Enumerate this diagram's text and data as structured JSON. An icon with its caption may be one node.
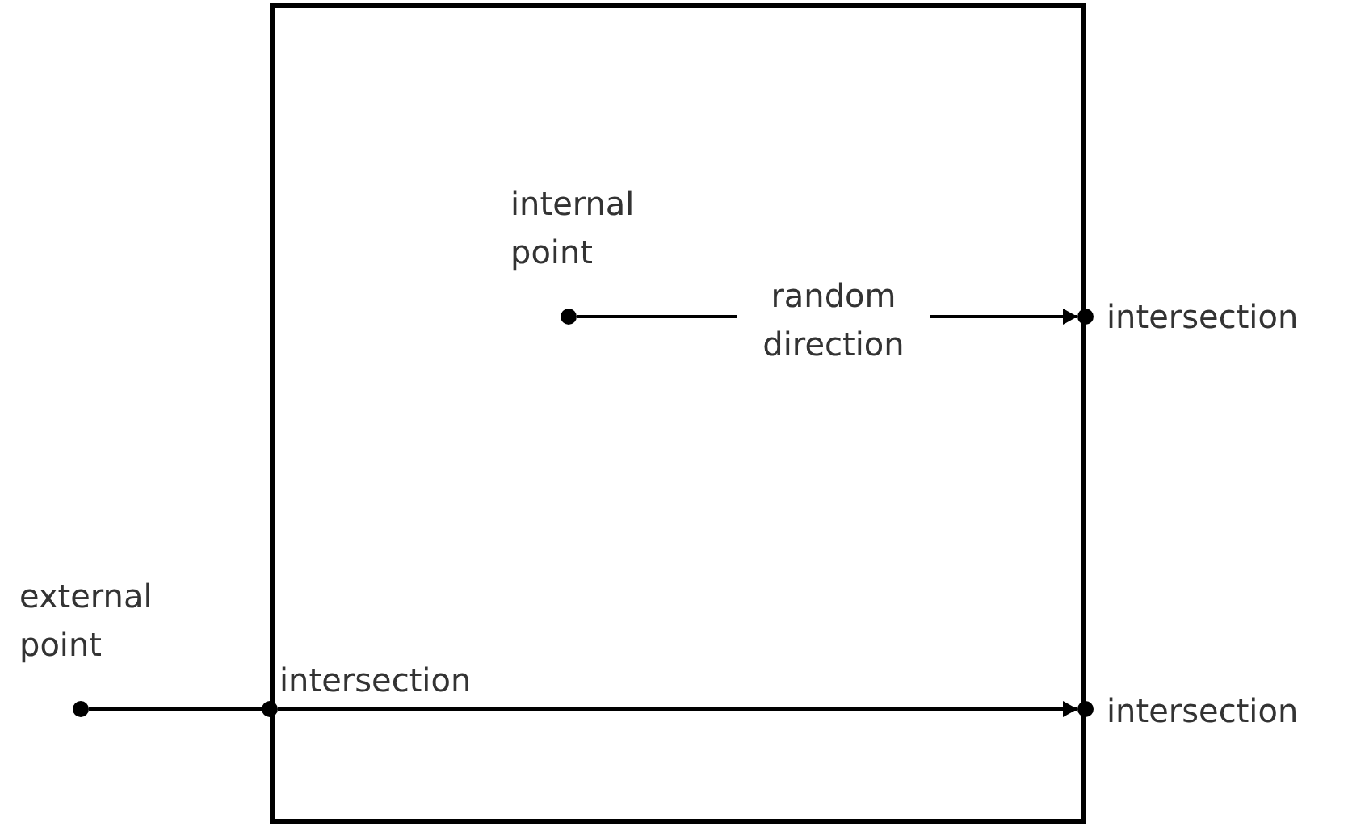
{
  "diagram": {
    "nodes": [
      {
        "text": [],
        "shape": "box"
      },
      {
        "text": [],
        "shape": "circle",
        "beside": [
          "internal point"
        ],
        "in": 0
      },
      {
        "text": [],
        "shape": "circle",
        "beside": [
          "intersection"
        ]
      },
      {
        "text": [],
        "shape": "circle",
        "beside": [
          "external point"
        ]
      },
      {
        "text": [],
        "shape": "circle",
        "beside": [
          "intersection"
        ]
      },
      {
        "text": [],
        "shape": "circle",
        "beside": [
          "intersection"
        ]
      }
    ],
    "edges": [
      {
        "from": 1,
        "to": 2,
        "arrow": "to",
        "label": "random direction"
      },
      {
        "from": 3,
        "to": 4,
        "arrow": "none"
      },
      {
        "from": 4,
        "to": 5,
        "arrow": "to"
      }
    ]
  }
}
